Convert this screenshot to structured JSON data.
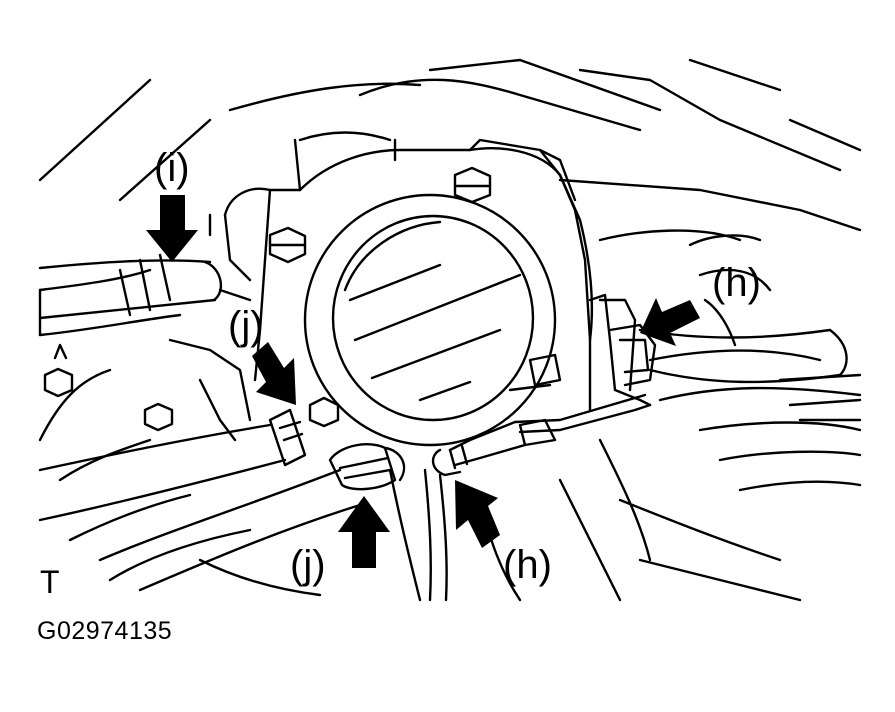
{
  "callouts": {
    "i": "(i)",
    "j_upper": "(j)",
    "j_lower": "(j)",
    "h_right": "(h)",
    "h_lower": "(h)"
  },
  "view_mark": "T",
  "figure_code": "G02974135",
  "colors": {
    "line": "#000000",
    "background": "#ffffff"
  }
}
